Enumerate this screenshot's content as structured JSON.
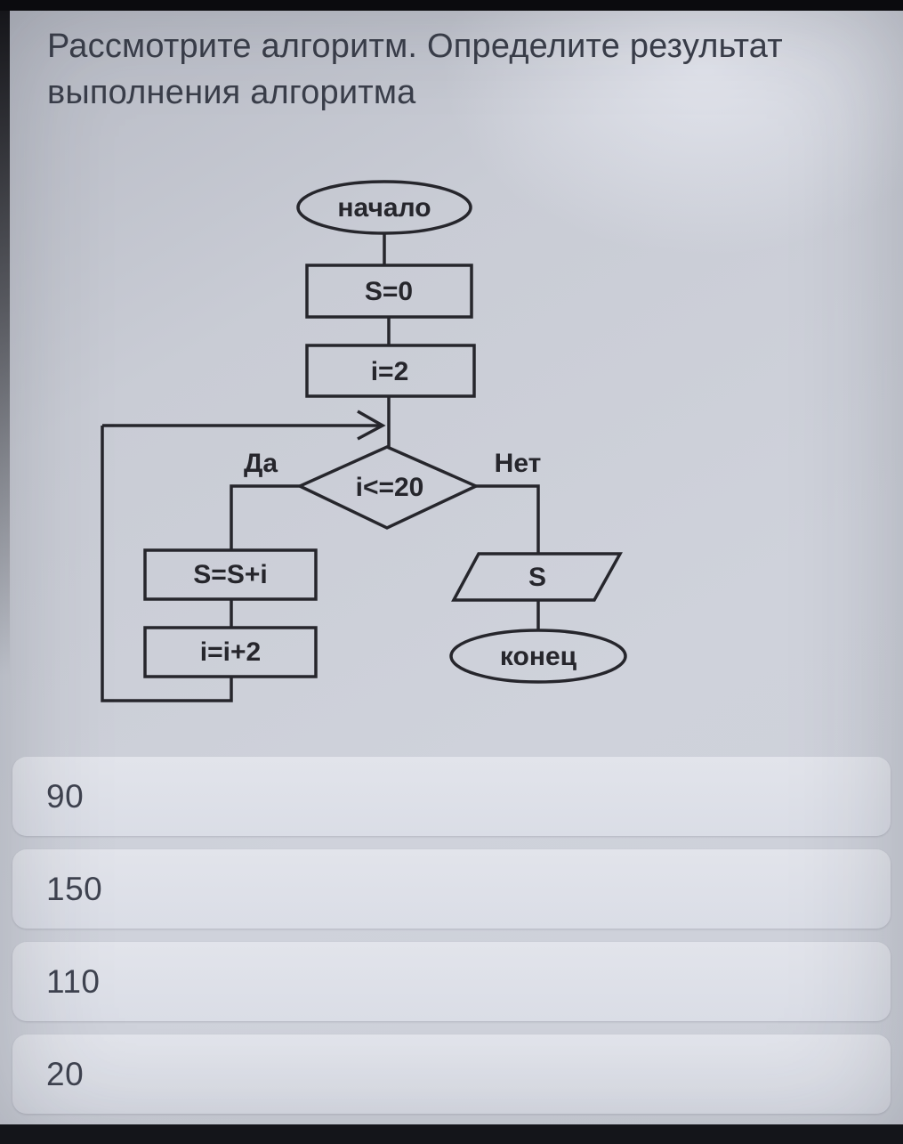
{
  "question": {
    "text": "Рассмотрите алгоритм. Определите результат выполнения алгоритма"
  },
  "flowchart": {
    "start_label": "начало",
    "init_s_label": "S=0",
    "init_i_label": "i=2",
    "condition_label": "i<=20",
    "yes_label": "Да",
    "no_label": "Нет",
    "sum_label": "S=S+i",
    "increment_label": "i=i+2",
    "output_label": "S",
    "end_label": "конец"
  },
  "answers": [
    {
      "label": "90"
    },
    {
      "label": "150"
    },
    {
      "label": "110"
    },
    {
      "label": "20"
    }
  ]
}
